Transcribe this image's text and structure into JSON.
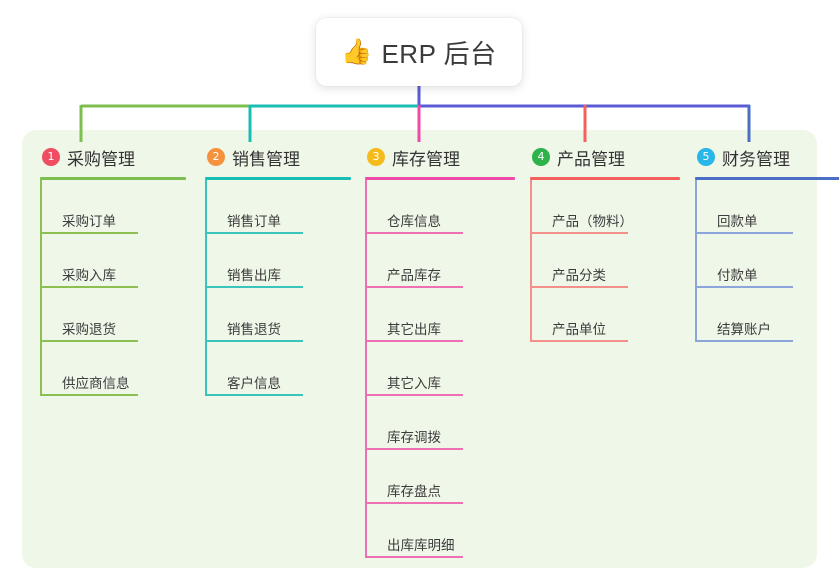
{
  "root": {
    "icon": "thumbs-up-icon",
    "emoji": "👍",
    "title": "ERP 后台"
  },
  "theme": {
    "background": "#ffffff",
    "panel_background": "#eff7e9",
    "text_color": "#333333",
    "bus_segment_1": "#7cbf4f",
    "bus_segment_2": "#18bdb4",
    "bus_segment_3": "#5b5bd6",
    "root_stem": "#5b5bd6"
  },
  "columns": [
    {
      "index": "1",
      "title": "采购管理",
      "badge_color": "#ef4e62",
      "rule_color": "#7cbf4f",
      "line_color": "#8cc152",
      "items": [
        {
          "label": "采购订单"
        },
        {
          "label": "采购入库"
        },
        {
          "label": "采购退货"
        },
        {
          "label": "供应商信息"
        }
      ]
    },
    {
      "index": "2",
      "title": "销售管理",
      "badge_color": "#f5923e",
      "rule_color": "#18bdb4",
      "line_color": "#3bc4bd",
      "items": [
        {
          "label": "销售订单"
        },
        {
          "label": "销售出库"
        },
        {
          "label": "销售退货"
        },
        {
          "label": "客户信息"
        }
      ]
    },
    {
      "index": "3",
      "title": "库存管理",
      "badge_color": "#f5bb1d",
      "rule_color": "#ef4aa8",
      "line_color": "#ef6fb5",
      "items": [
        {
          "label": "仓库信息"
        },
        {
          "label": "产品库存"
        },
        {
          "label": "其它出库"
        },
        {
          "label": "其它入库"
        },
        {
          "label": "库存调拨"
        },
        {
          "label": "库存盘点"
        },
        {
          "label": "出库库明细"
        }
      ]
    },
    {
      "index": "4",
      "title": "产品管理",
      "badge_color": "#2eb24a",
      "rule_color": "#f4615c",
      "line_color": "#f58f8b",
      "items": [
        {
          "label": "产品（物料）"
        },
        {
          "label": "产品分类"
        },
        {
          "label": "产品单位"
        }
      ]
    },
    {
      "index": "5",
      "title": "财务管理",
      "badge_color": "#29b6e8",
      "rule_color": "#4a6fc4",
      "line_color": "#8ca5da",
      "items": [
        {
          "label": "回款单"
        },
        {
          "label": "付款单"
        },
        {
          "label": "结算账户"
        }
      ]
    }
  ]
}
